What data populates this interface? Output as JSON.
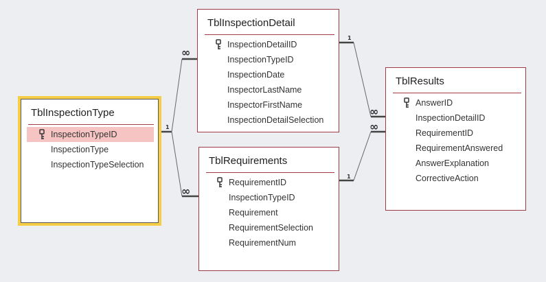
{
  "tables": {
    "inspection_type": {
      "title": "TblInspectionType",
      "fields": [
        "InspectionTypeID",
        "InspectionType",
        "InspectionTypeSelection"
      ]
    },
    "inspection_detail": {
      "title": "TblInspectionDetail",
      "fields": [
        "InspectionDetailID",
        "InspectionTypeID",
        "InspectionDate",
        "InspectorLastName",
        "InspectorFirstName",
        "InspectionDetailSelection"
      ]
    },
    "requirements": {
      "title": "TblRequirements",
      "fields": [
        "RequirementID",
        "InspectionTypeID",
        "Requirement",
        "RequirementSelection",
        "RequirementNum"
      ]
    },
    "results": {
      "title": "TblResults",
      "fields": [
        "AnswerID",
        "InspectionDetailID",
        "RequirementID",
        "RequirementAnswered",
        "AnswerExplanation",
        "CorrectiveAction"
      ]
    }
  },
  "relationships": {
    "one_symbol": "1",
    "many_symbol": "∞"
  },
  "colors": {
    "table_border": "#a03a44",
    "selected_outline": "#f5cd47",
    "highlight_row": "#f7c4c4",
    "canvas": "#eceef2"
  },
  "icons": {
    "primary_key": "key-icon"
  }
}
